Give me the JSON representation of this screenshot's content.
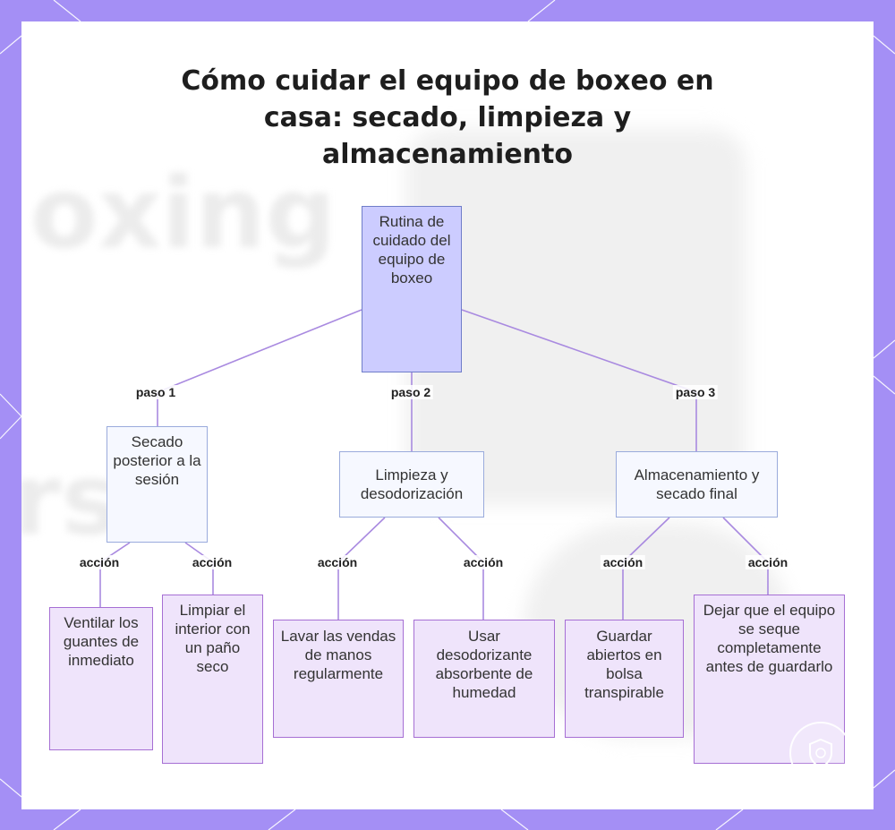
{
  "title": "Cómo cuidar el equipo de boxeo en casa: secado, limpieza y almacenamiento",
  "background_text": {
    "word1": "oxing",
    "word2": "rs"
  },
  "nodes": {
    "root": "Rutina de cuidado del equipo de boxeo",
    "step1": "Secado posterior a la sesión",
    "step2": "Limpieza y desodorización",
    "step3": "Almacenamiento y secado final",
    "leaf1a": "Ventilar los guantes de inmediato",
    "leaf1b": "Limpiar el interior con un paño seco",
    "leaf2a": "Lavar las vendas de manos regularmente",
    "leaf2b": "Usar desodorizante absorbente de humedad",
    "leaf3a": "Guardar abiertos en bolsa transpirable",
    "leaf3b": "Dejar que el equipo se seque completamente antes de guardarlo"
  },
  "edge_labels": {
    "paso1": "paso 1",
    "paso2": "paso 2",
    "paso3": "paso 3",
    "accion": "acción"
  },
  "colors": {
    "frame": "#a48ff5",
    "root_fill": "#ccccff",
    "step_fill": "#f6f8ff",
    "leaf_fill": "#efe4fb",
    "leaf_border": "#a66fd4",
    "edge": "#a98ae0"
  },
  "icons": {
    "seal": "shield-seal-icon"
  }
}
